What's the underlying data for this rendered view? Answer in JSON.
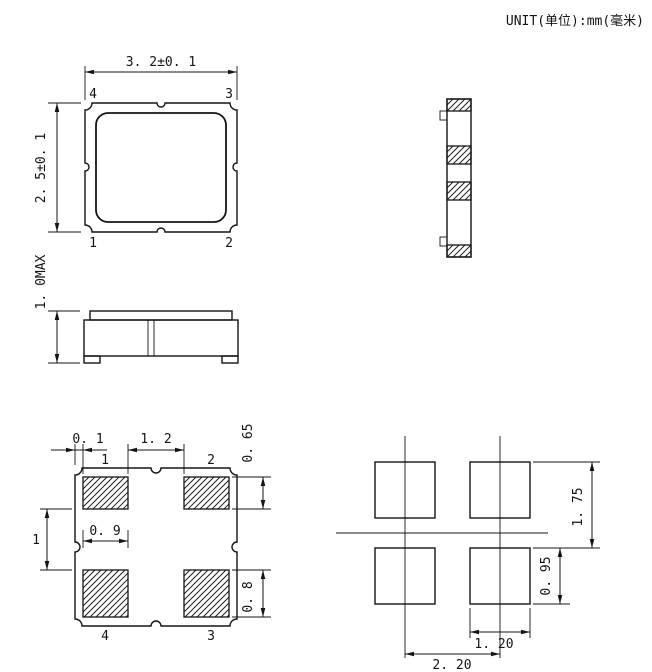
{
  "unit_label": "UNIT(单位):mm(毫米)",
  "colors": {
    "ink": "#141414",
    "background": "#ffffff"
  },
  "top_view": {
    "width_dim": "3. 2±0. 1",
    "height_dim": "2. 5±0. 1",
    "pin_top_left": "4",
    "pin_top_right": "3",
    "pin_bottom_left": "1",
    "pin_bottom_right": "2"
  },
  "front_view": {
    "height_dim": "1. 0MAX"
  },
  "bottom_view": {
    "edge_offset_dim": "0. 1",
    "pad_gap_dim": "1. 2",
    "top_pad_height_dim": "0. 65",
    "pad_width_dim": "0. 9",
    "pad_spacing_dim": "1",
    "bottom_pad_height_dim": "0. 8",
    "pin_top_left": "1",
    "pin_top_right": "2",
    "pin_bottom_left": "4",
    "pin_bottom_right": "3"
  },
  "land_pattern": {
    "row_pitch_dim": "1. 75",
    "pad_height_dim": "0. 95",
    "pad_width_dim": "1. 20",
    "col_pitch_dim": "2. 20"
  }
}
